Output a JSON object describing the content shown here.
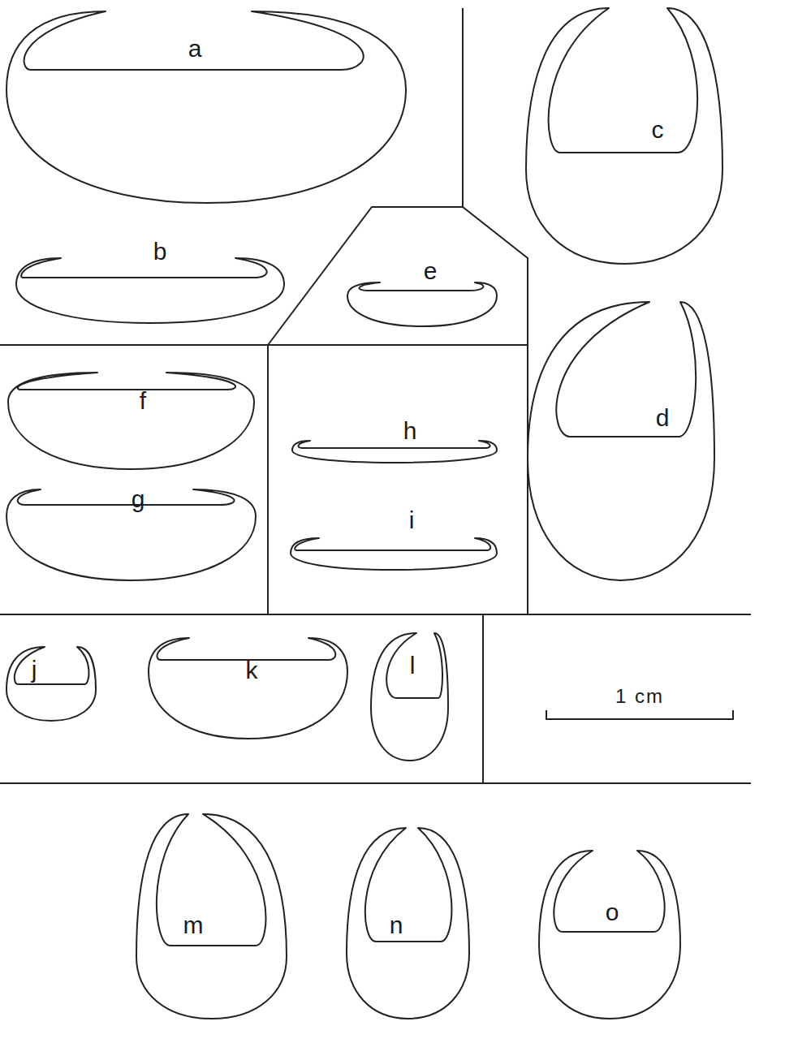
{
  "diagram": {
    "labels": [
      "a",
      "b",
      "c",
      "d",
      "e",
      "f",
      "g",
      "h",
      "i",
      "j",
      "k",
      "l",
      "m",
      "n",
      "o",
      "1 cm"
    ]
  }
}
